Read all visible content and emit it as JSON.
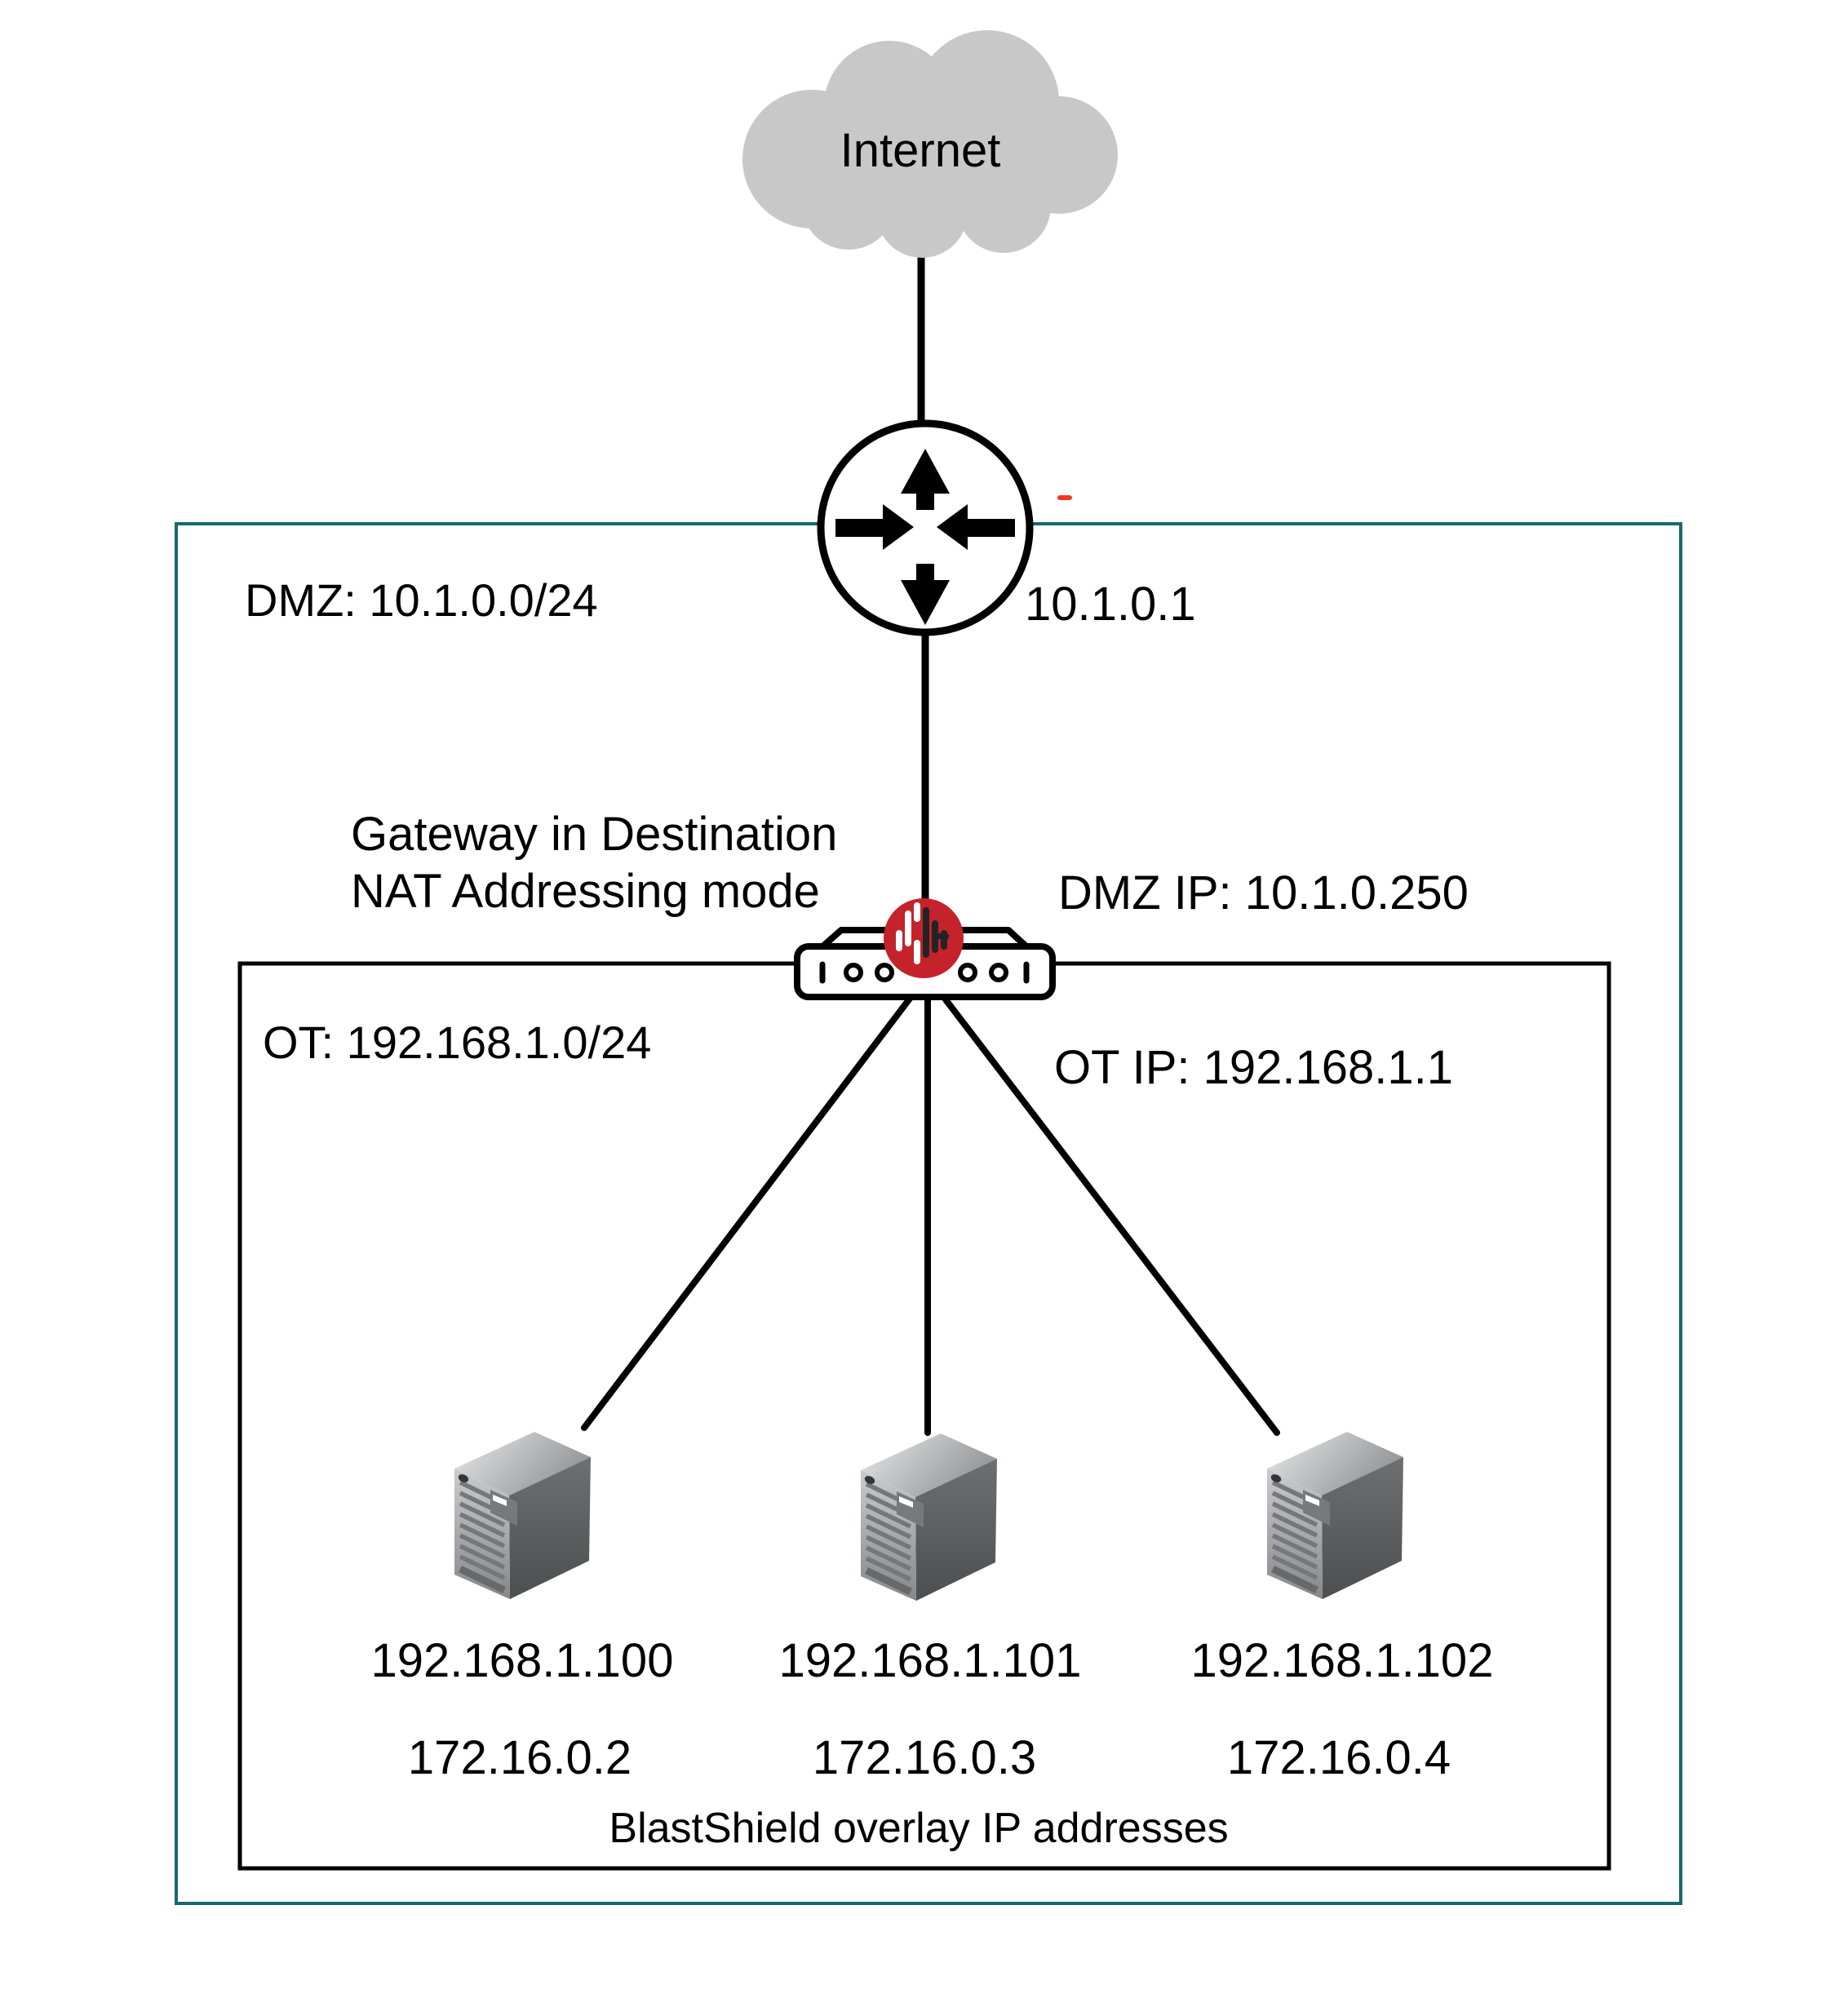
{
  "diagram": {
    "internet": {
      "label": "Internet"
    },
    "router": {
      "ip_label": "10.1.0.1"
    },
    "dmz_zone": {
      "subnet_label": "DMZ: 10.1.0.0/24"
    },
    "gateway": {
      "caption_line1": "Gateway in Destination",
      "caption_line2": "NAT Addressing mode",
      "dmz_ip_label": "DMZ IP: 10.1.0.250",
      "ot_ip_label": "OT IP: 192.168.1.1"
    },
    "ot_zone": {
      "subnet_label": "OT: 192.168.1.0/24"
    },
    "servers": [
      {
        "ot_ip": "192.168.1.100",
        "overlay_ip": "172.16.0.2"
      },
      {
        "ot_ip": "192.168.1.101",
        "overlay_ip": "172.16.0.3"
      },
      {
        "ot_ip": "192.168.1.102",
        "overlay_ip": "172.16.0.4"
      }
    ],
    "overlay_caption": "BlastShield overlay IP addresses",
    "colors": {
      "teal_border": "#17696e",
      "cloud_gray": "#c8c8c8",
      "logo_red": "#c4232b",
      "dash_red": "#ee3a22"
    }
  }
}
